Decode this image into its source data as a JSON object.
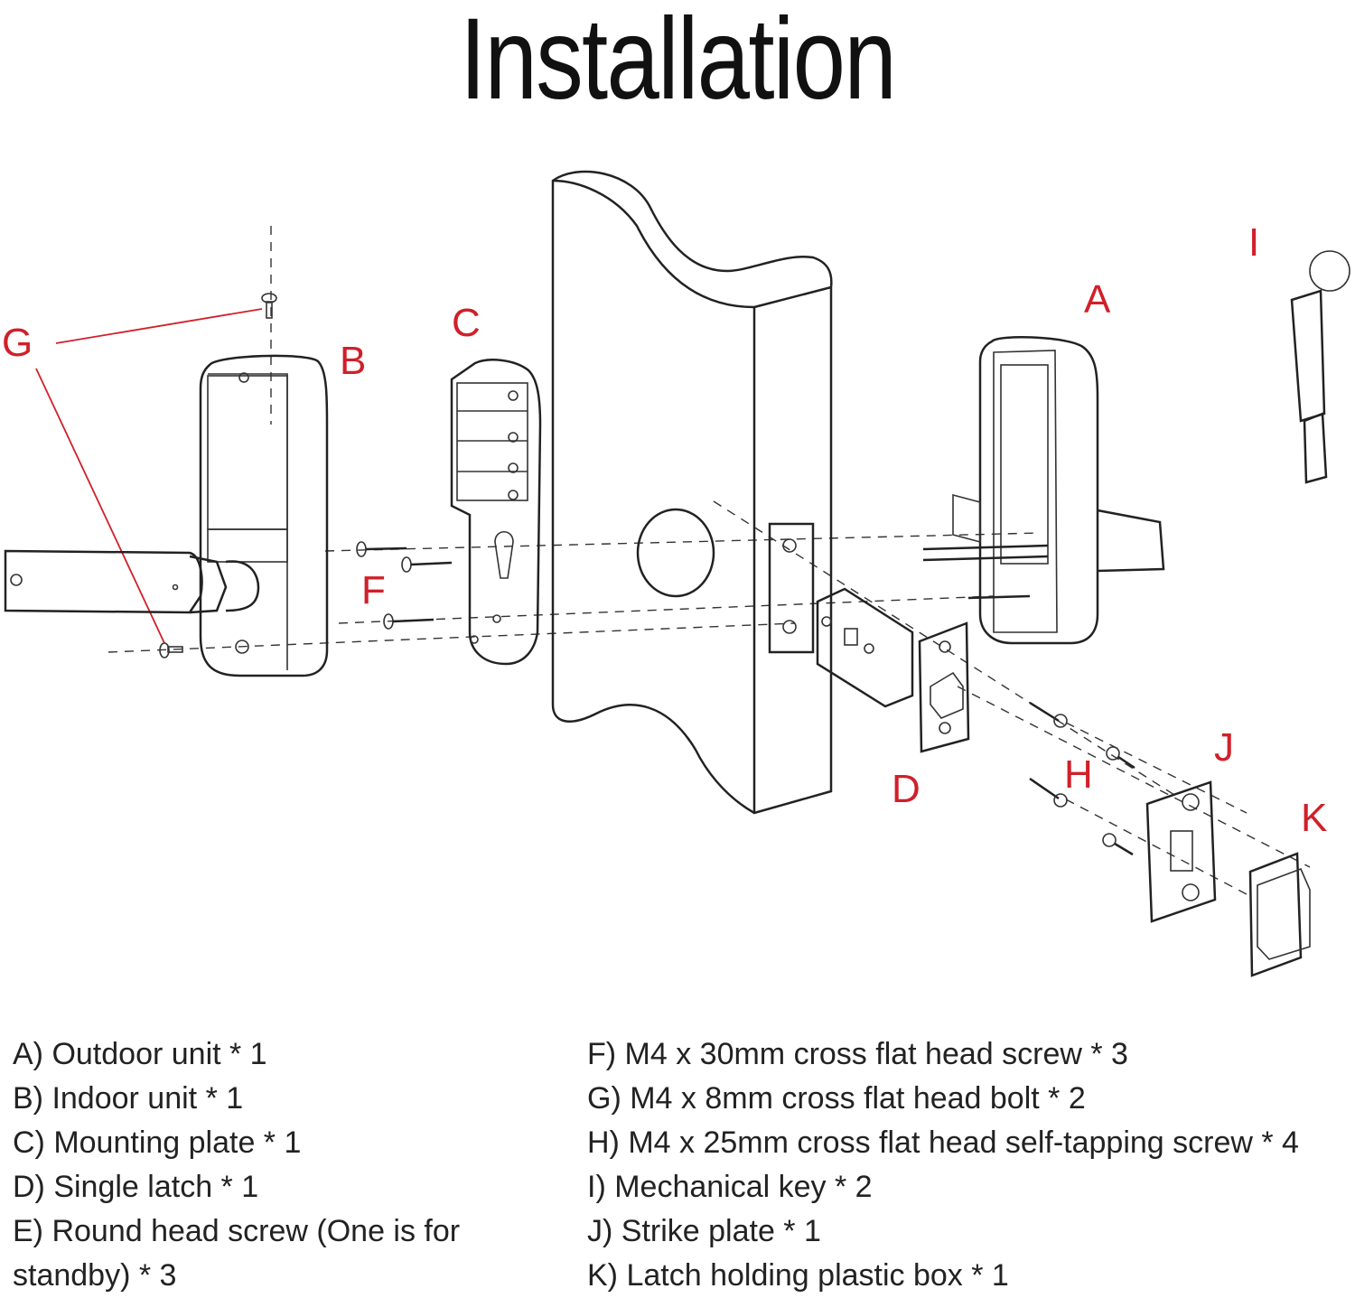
{
  "title": "Installation",
  "labels": {
    "A": "A",
    "B": "B",
    "C": "C",
    "D": "D",
    "F": "F",
    "G": "G",
    "H": "H",
    "I": "I",
    "J": "J",
    "K": "K"
  },
  "legend_left": [
    "A) Outdoor unit * 1",
    "B) Indoor unit * 1",
    "C) Mounting plate * 1",
    "D) Single latch * 1",
    "E) Round head screw (One is for standby) * 3"
  ],
  "legend_right": [
    "F) M4 x 30mm cross flat head screw * 3",
    "G) M4 x 8mm cross flat head bolt * 2",
    "H) M4 x 25mm cross flat head self-tapping screw * 4",
    "I) Mechanical key * 2",
    "J) Strike plate * 1",
    "K) Latch holding plastic box * 1"
  ],
  "colors": {
    "label": "#d0202a",
    "line": "#222222"
  }
}
